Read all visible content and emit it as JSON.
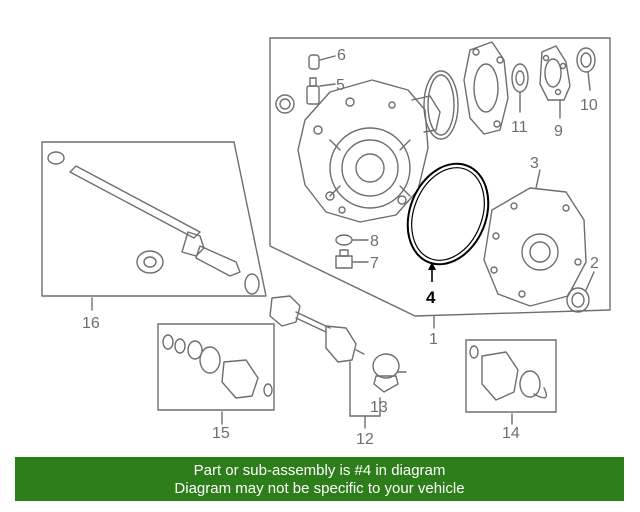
{
  "callouts": {
    "c1": "1",
    "c2": "2",
    "c3": "3",
    "c4": "4",
    "c5": "5",
    "c6": "6",
    "c7": "7",
    "c8": "8",
    "c9": "9",
    "c10": "10",
    "c11": "11",
    "c12": "12",
    "c13": "13",
    "c14": "14",
    "c15": "15",
    "c16": "16"
  },
  "highlight_callout": "4",
  "banner": {
    "line1": "Part or sub-assembly is #4 in diagram",
    "line2": "Diagram may not be specific to your vehicle",
    "bg_color": "#2d7d1a"
  },
  "colors": {
    "line": "#6e6e6e",
    "highlight": "#000000",
    "text": "#6e6e6e"
  }
}
